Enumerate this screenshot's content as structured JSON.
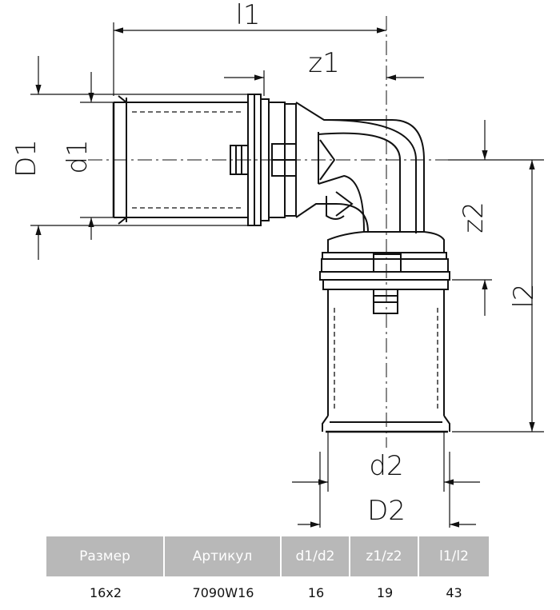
{
  "drawing": {
    "labels": {
      "l1": "l1",
      "z1": "z1",
      "D1": "D1",
      "d1": "d1",
      "z2": "z2",
      "l2": "l2",
      "d2": "d2",
      "D2": "D2"
    }
  },
  "table": {
    "headers": [
      "Размер",
      "Артикул",
      "d1/d2",
      "z1/z2",
      "l1/l2"
    ],
    "rows": [
      [
        "16x2",
        "7090W16",
        "16",
        "19",
        "43"
      ]
    ]
  }
}
